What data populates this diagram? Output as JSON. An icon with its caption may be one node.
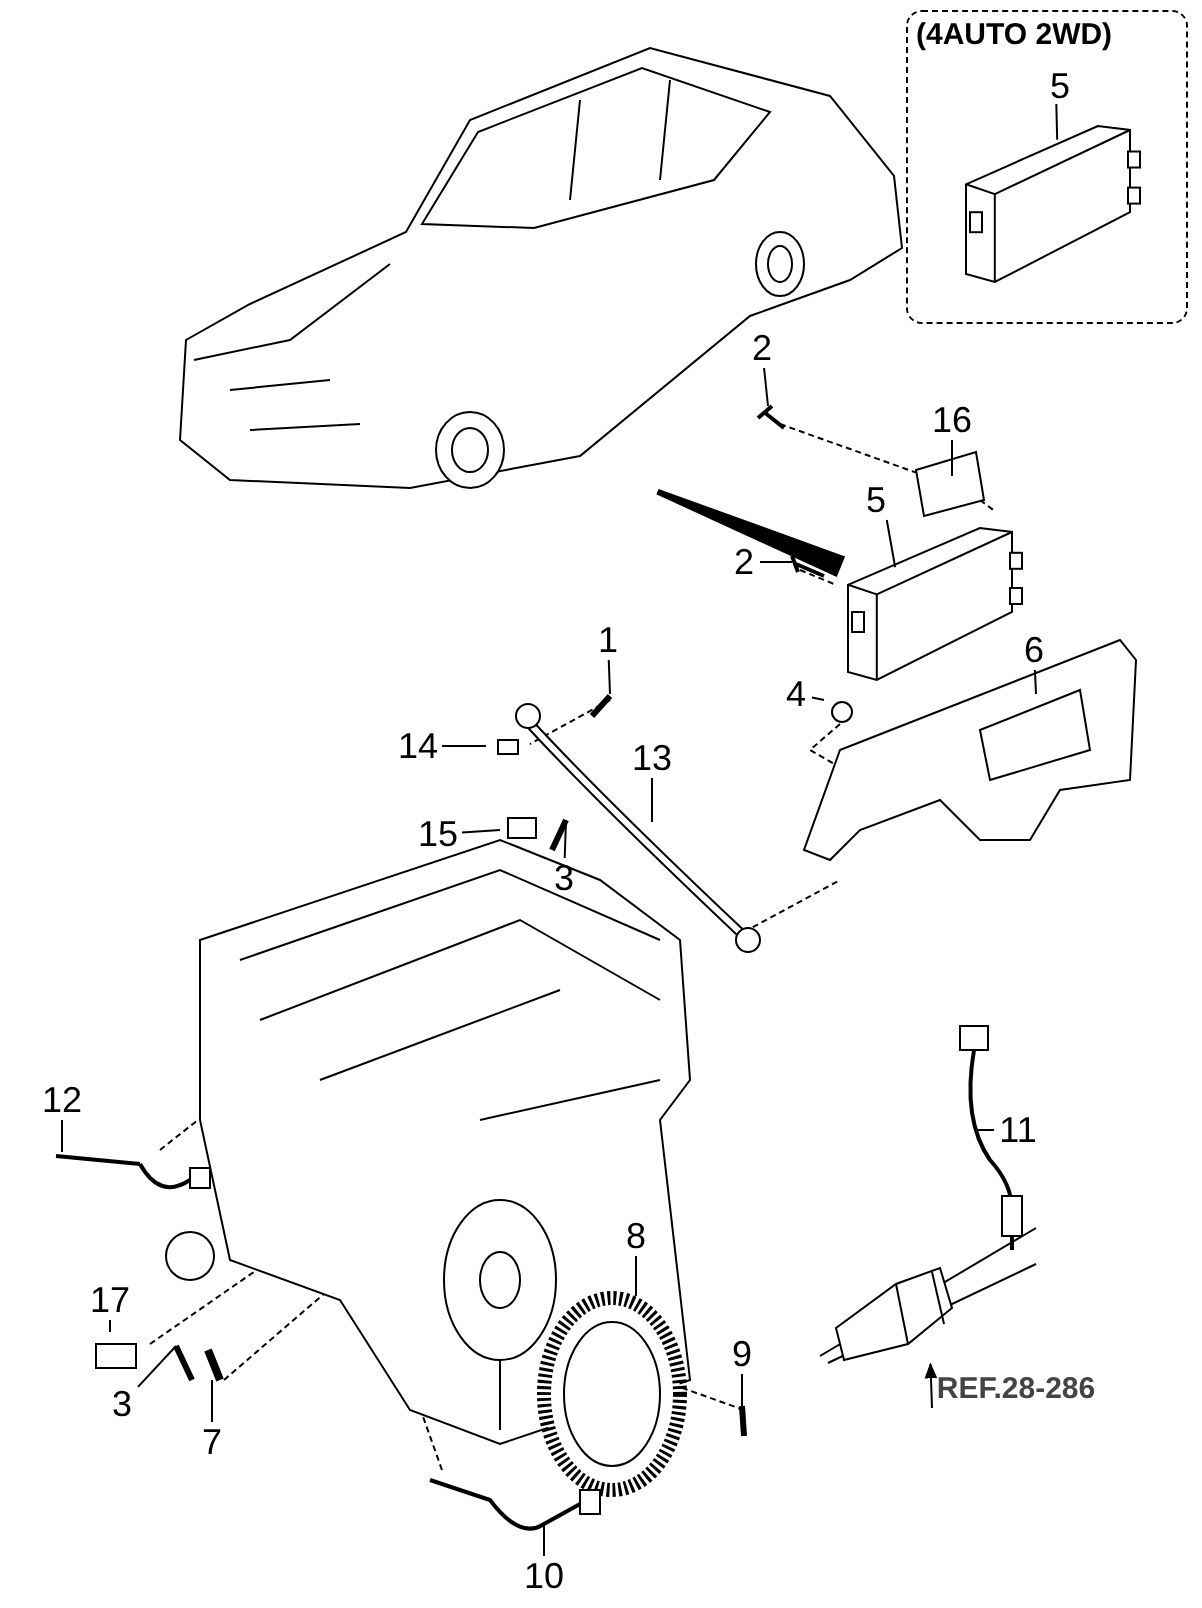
{
  "diagram": {
    "nodes": [
      {
        "text": [
          "(4AUTO 2WD)"
        ]
      },
      {
        "text": [
          "5"
        ],
        "in": 0
      },
      {
        "text": [],
        "shape": "picture",
        "in": 0
      },
      {
        "text": [],
        "shape": "picture"
      },
      {
        "text": [
          "2"
        ]
      },
      {
        "text": [
          "16"
        ]
      },
      {
        "text": [
          "5"
        ]
      },
      {
        "text": [],
        "shape": "picture"
      },
      {
        "text": [
          "2"
        ]
      },
      {
        "text": [
          "6"
        ]
      },
      {
        "text": [
          "4"
        ]
      },
      {
        "text": [
          "1"
        ]
      },
      {
        "text": [
          "14"
        ]
      },
      {
        "text": [
          "13"
        ]
      },
      {
        "text": [
          "15"
        ]
      },
      {
        "text": [
          "3"
        ]
      },
      {
        "text": [
          "12"
        ]
      },
      {
        "text": [
          "11"
        ]
      },
      {
        "text": [
          "8"
        ]
      },
      {
        "text": [
          "17"
        ]
      },
      {
        "text": [
          "3"
        ]
      },
      {
        "text": [
          "7"
        ]
      },
      {
        "text": [
          "9"
        ]
      },
      {
        "text": [
          "10"
        ]
      },
      {
        "text": [],
        "shape": "picture"
      },
      {
        "text": [
          "REF.28-286"
        ]
      }
    ],
    "edges": [
      {
        "from": 1,
        "to": 2,
        "arrow": "none"
      },
      {
        "from": 3,
        "to": 7,
        "arrow": "none",
        "style": "thick"
      },
      {
        "from": 4,
        "to": null,
        "arrow": "none"
      },
      {
        "from": 5,
        "to": null,
        "arrow": "none"
      },
      {
        "from": 6,
        "to": 7,
        "arrow": "none"
      },
      {
        "from": 8,
        "to": null,
        "arrow": "none"
      },
      {
        "from": 9,
        "to": null,
        "arrow": "none"
      },
      {
        "from": 10,
        "to": null,
        "arrow": "none"
      },
      {
        "from": 11,
        "to": null,
        "arrow": "none"
      },
      {
        "from": 12,
        "to": null,
        "arrow": "none"
      },
      {
        "from": 13,
        "to": null,
        "arrow": "none"
      },
      {
        "from": 14,
        "to": null,
        "arrow": "none"
      },
      {
        "from": 15,
        "to": null,
        "arrow": "none"
      },
      {
        "from": 16,
        "to": null,
        "arrow": "none"
      },
      {
        "from": 17,
        "to": null,
        "arrow": "none"
      },
      {
        "from": 18,
        "to": null,
        "arrow": "none"
      },
      {
        "from": 19,
        "to": null,
        "arrow": "none"
      },
      {
        "from": 20,
        "to": null,
        "arrow": "none"
      },
      {
        "from": 21,
        "to": null,
        "arrow": "none"
      },
      {
        "from": 22,
        "to": null,
        "arrow": "none"
      },
      {
        "from": 23,
        "to": null,
        "arrow": "none"
      },
      {
        "from": 25,
        "to": 24,
        "arrow": "to"
      }
    ]
  }
}
